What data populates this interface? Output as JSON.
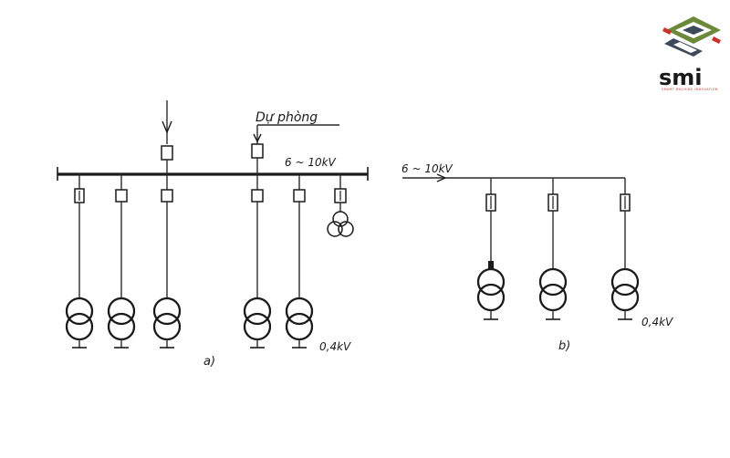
{
  "logo": {
    "text": "smi",
    "tagline": "SMART MACHINE INNOVATION",
    "colors": {
      "primary": "#6a8a3a",
      "secondary": "#3d4a5a",
      "accent": "#c8342c"
    }
  },
  "diagram_a": {
    "label": "a)",
    "bus_voltage": "6 ~ 10kV",
    "reserve_label": "Dự phòng",
    "output_voltage": "0,4kV",
    "transformer_count": 5,
    "feeder_count": 6
  },
  "diagram_b": {
    "label": "b)",
    "input_voltage": "6 ~ 10kV",
    "output_voltage": "0,4kV",
    "transformer_count": 3
  }
}
